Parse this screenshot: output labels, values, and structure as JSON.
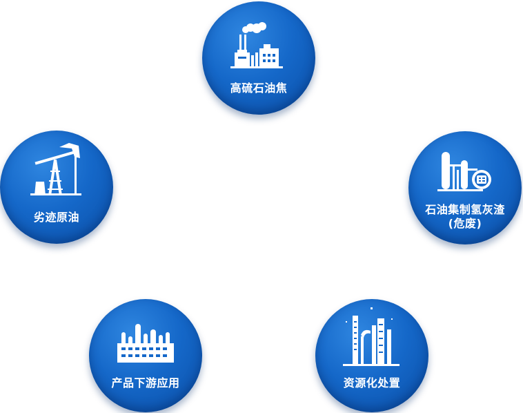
{
  "nodes": {
    "coke": {
      "label": "高硫石油焦",
      "icon": "factory-smokestack-icon"
    },
    "ash": {
      "label": "石油集制氢灰渣",
      "sublabel": "(危废)",
      "icon": "hydrogen-plant-icon"
    },
    "crude": {
      "label": "劣迹原油",
      "icon": "oil-pump-derrick-icon"
    },
    "downstream": {
      "label": "产品下游应用",
      "icon": "refinery-factory-icon"
    },
    "recycle": {
      "label": "资源化处置",
      "icon": "industrial-towers-icon"
    }
  },
  "colors": {
    "circle": "#1568c9",
    "circle_dark": "#0a4ea6",
    "text": "#ffffff"
  }
}
